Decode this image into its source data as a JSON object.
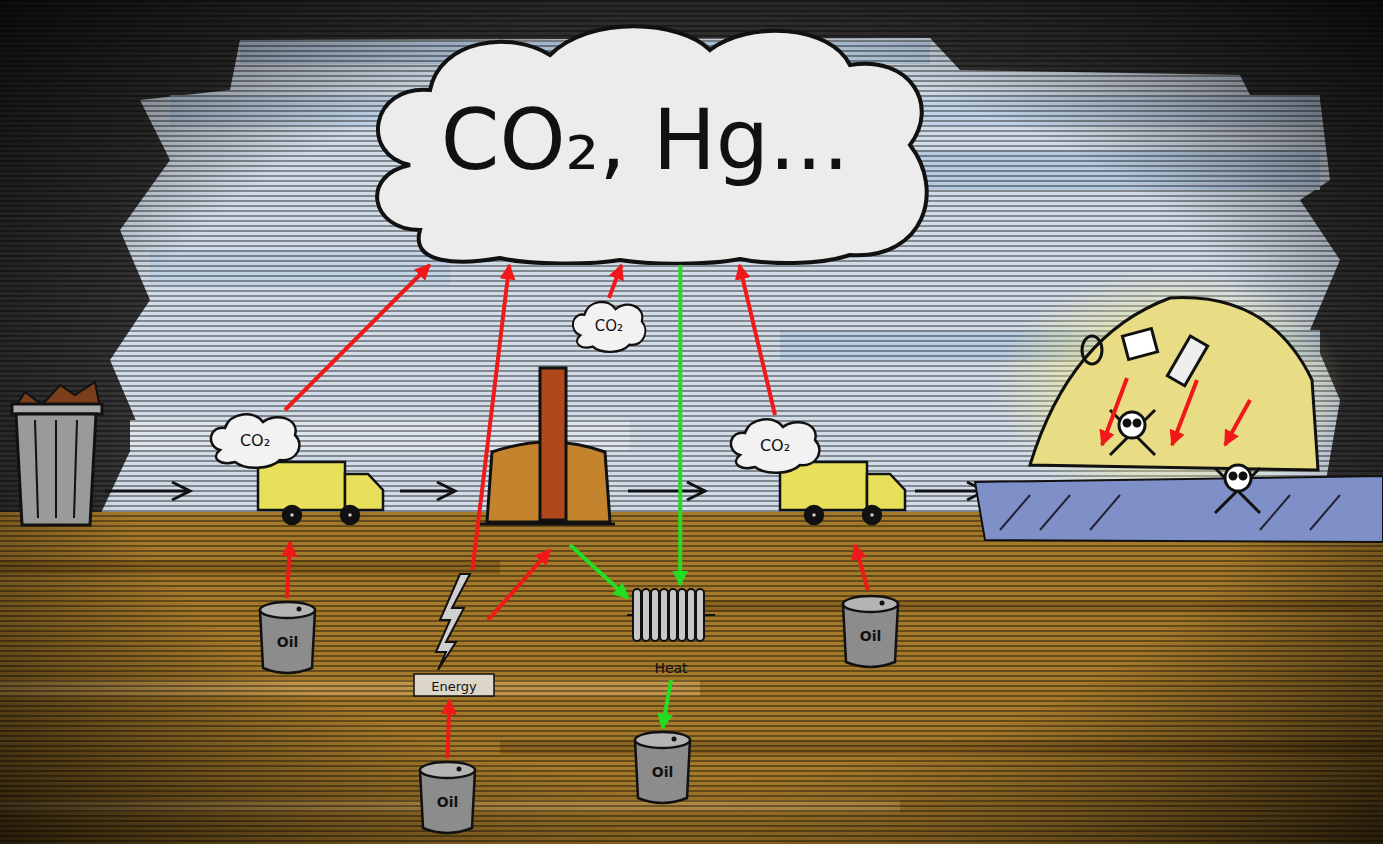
{
  "diagram": {
    "nodes": [
      {
        "text": [
          "CO₂, Hg..."
        ]
      },
      {
        "text": [
          "CO₂"
        ]
      },
      {
        "text": [
          "CO₂"
        ]
      },
      {
        "text": [
          "CO₂"
        ]
      },
      {
        "text": [
          "Oil"
        ]
      },
      {
        "text": [
          "Energy"
        ]
      },
      {
        "text": [
          "Heat"
        ]
      },
      {
        "text": [
          "Oil"
        ]
      },
      {
        "text": [
          "Oil"
        ]
      },
      {
        "text": [
          "Oil"
        ]
      }
    ],
    "edges": [
      {
        "from": 1,
        "to": 0,
        "arrow": "to"
      },
      {
        "from": 2,
        "to": 0,
        "arrow": "to"
      },
      {
        "from": 3,
        "to": 0,
        "arrow": "to"
      },
      {
        "from": 5,
        "to": 0,
        "arrow": "to"
      },
      {
        "from": 0,
        "to": 6,
        "arrow": "to"
      },
      {
        "from": 6,
        "to": 8,
        "arrow": "to"
      },
      {
        "from": 9,
        "to": 5,
        "arrow": "to"
      }
    ]
  }
}
